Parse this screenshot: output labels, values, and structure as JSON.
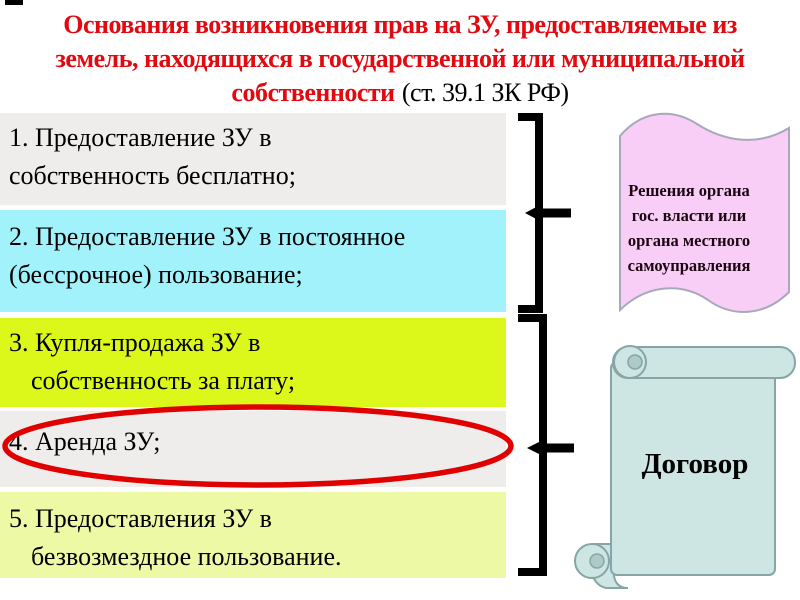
{
  "slide": {
    "title": {
      "line1": "Основания возникновения прав на ЗУ, предоставляемые из",
      "line2": "земель, находящихся в государственной или муниципальной",
      "line3_red": "собственности",
      "line3_black": "(ст. 39.1 ЗК РФ)"
    },
    "list": {
      "items": [
        {
          "line1": "1. Предоставление ЗУ в",
          "line2": "собственность бесплатно;"
        },
        {
          "line1": "2. Предоставление ЗУ в постоянное",
          "line2": "(бессрочное) пользование;"
        },
        {
          "line1": "3. Купля-продажа ЗУ в",
          "line2": "собственность за плату;"
        },
        {
          "line1": "4. Аренда ЗУ;",
          "line2": ""
        },
        {
          "line1": "5. Предоставления ЗУ в",
          "line2": "безвозмездное пользование."
        }
      ]
    },
    "shapes": {
      "banner": {
        "line1": "Решения органа",
        "line2": "гос. власти или",
        "line3": "органа местного",
        "line4": "самоуправления"
      },
      "scroll": {
        "label": "Договор"
      }
    },
    "colors": {
      "title_red": "#e20a10",
      "item_gray": "#efedec",
      "item_cyan": "#a2f2fb",
      "item_chartreuse": "#dcf81a",
      "item_pale_yellow": "#edf9a5",
      "banner_pink": "#f9cef6",
      "banner_border": "#a8a8bc",
      "scroll_teal": "#cde6e3",
      "scroll_border": "#87a5a6",
      "highlight_ellipse_red": "#e00000",
      "connector_black": "#000000"
    }
  }
}
